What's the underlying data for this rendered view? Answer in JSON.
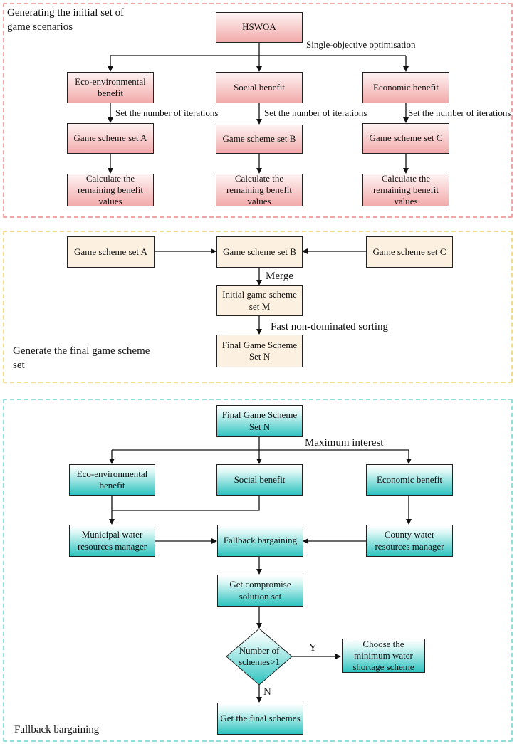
{
  "sections": {
    "s1_title": "Generating the initial set of game scenarios",
    "s2_title": "Generate the final game scheme set",
    "s3_title": "Fallback bargaining"
  },
  "s1": {
    "hswoa": "HSWOA",
    "single_obj": "Single-objective optimisation",
    "eco": "Eco-environmental benefit",
    "social": "Social benefit",
    "economic": "Economic benefit",
    "iter": "Set the number of iterations",
    "set_a": "Game scheme set A",
    "set_b": "Game scheme set B",
    "set_c": "Game scheme set C",
    "calc": "Calculate the remaining benefit values"
  },
  "s2": {
    "set_a": "Game scheme set A",
    "set_b": "Game scheme set B",
    "set_c": "Game scheme set C",
    "merge": "Merge",
    "initial": "Initial game scheme set M",
    "fast": "Fast non-dominated sorting",
    "final": "Final Game Scheme Set N"
  },
  "s3": {
    "final": "Final Game Scheme Set N",
    "max_interest": "Maximum interest",
    "eco": "Eco-environmental benefit",
    "social": "Social benefit",
    "economic": "Economic benefit",
    "municipal": "Municipal water resources manager",
    "fallback": "Fallback bargaining",
    "county": "County water resources manager",
    "compromise": "Get compromise solution set",
    "decision": "Number of schemes>1",
    "yes": "Y",
    "no": "N",
    "choose": "Choose the minimum water shortage scheme",
    "final_schemes": "Get the final schemes"
  },
  "colors": {
    "section1_border": "#f2a5a5",
    "section2_border": "#f2dc8c",
    "section3_border": "#8fe0db",
    "red_fill": "#f2aaaa",
    "cream_fill": "#fcf0e0",
    "teal_fill": "#2ec3bf"
  }
}
